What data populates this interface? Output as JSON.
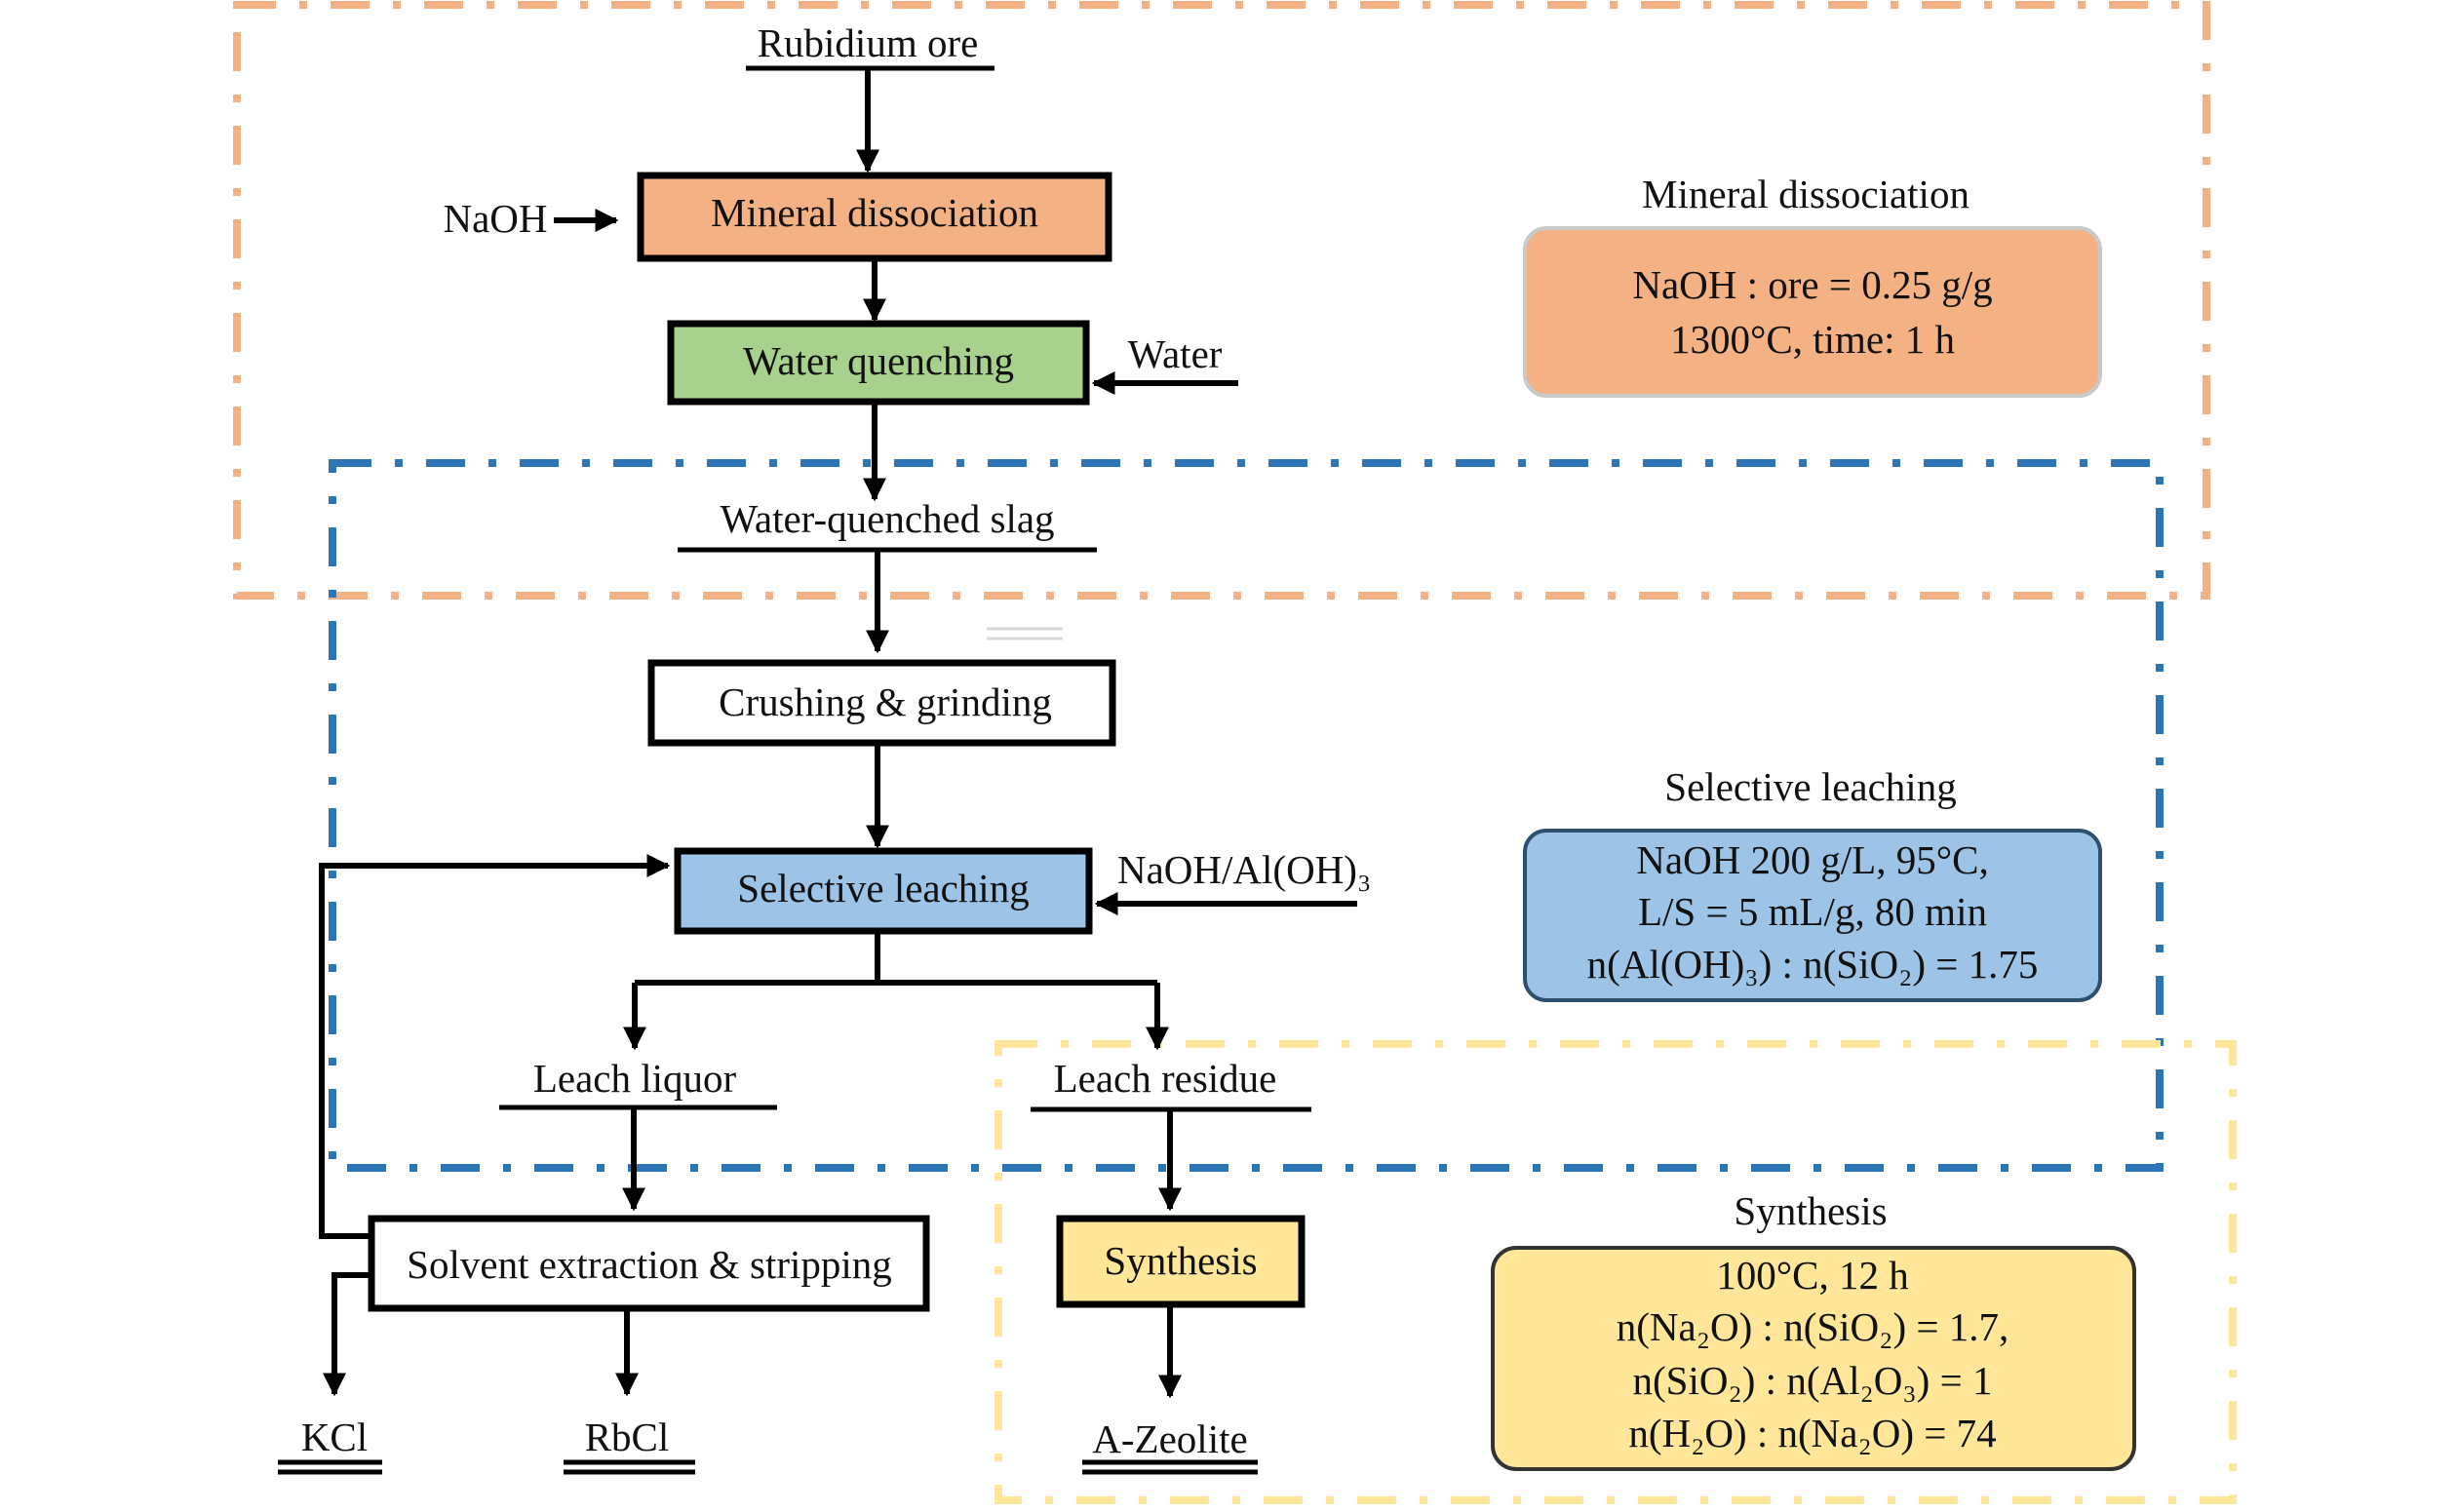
{
  "colors": {
    "mineral": "#f4b183",
    "water": "#a9d18e",
    "leach": "#9dc3e6",
    "synth": "#ffe699",
    "orange_region": "#f4b183",
    "blue_region": "#2e75b6",
    "yellow_region": "#ffe699"
  },
  "flow": {
    "rubidium_ore": "Rubidium ore",
    "naoh": "NaOH",
    "mineral_dissociation": "Mineral dissociation",
    "water_quenching": "Water quenching",
    "water": "Water",
    "water_quenched_slag": "Water-quenched slag",
    "crushing_grinding": "Crushing & grinding",
    "selective_leaching": "Selective leaching",
    "naoh_aloh3": "NaOH/Al(OH)₃",
    "leach_liquor": "Leach liquor",
    "leach_residue": "Leach residue",
    "solvent_extraction": "Solvent extraction & stripping",
    "synthesis": "Synthesis",
    "kcl": "KCl",
    "rbcl": "RbCl",
    "a_zeolite": "A-Zeolite"
  },
  "panels": {
    "mineral": {
      "title": "Mineral dissociation",
      "line1": "NaOH : ore = 0.25 g/g",
      "line2": "1300°C, time: 1 h"
    },
    "leaching": {
      "title": "Selective leaching",
      "line1": "NaOH 200 g/L, 95°C,",
      "line2": "L/S = 5 mL/g, 80 min",
      "line3": "n(Al(OH)₃) : n(SiO₂) = 1.75"
    },
    "synthesis": {
      "title": "Synthesis",
      "line1": "100°C, 12 h",
      "line2": "n(Na₂O) : n(SiO₂) = 1.7,",
      "line3": "n(SiO₂) : n(Al₂O₃) = 1",
      "line4": "n(H₂O) : n(Na₂O) = 74"
    }
  }
}
